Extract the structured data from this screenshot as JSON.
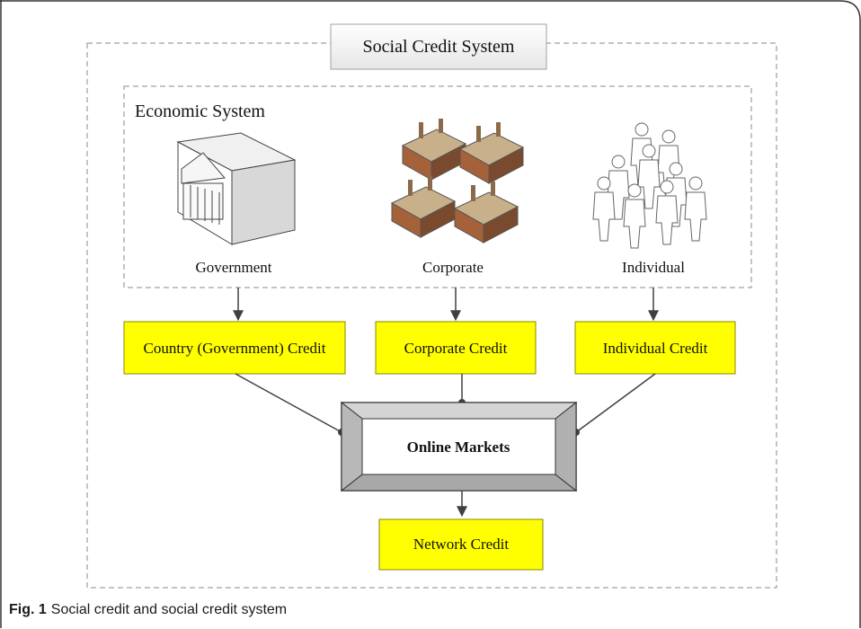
{
  "title": "Social Credit System",
  "group_label": "Economic System",
  "entities": [
    {
      "label": "Government"
    },
    {
      "label": "Corporate"
    },
    {
      "label": "Individual"
    }
  ],
  "credits": [
    {
      "label": "Country (Government) Credit"
    },
    {
      "label": "Corporate Credit"
    },
    {
      "label": "Individual Credit"
    }
  ],
  "market_label": "Online Markets",
  "network_label": "Network Credit",
  "caption": {
    "label": "Fig. 1",
    "text": "Social credit and social credit system"
  },
  "colors": {
    "credit_fill": "#ffff00",
    "credit_border": "#808000",
    "frame_border": "#8a8a8a",
    "market_bevel": "#bfbfbf"
  },
  "icons": [
    "government-building-icon",
    "factory-icon",
    "people-crowd-icon"
  ]
}
